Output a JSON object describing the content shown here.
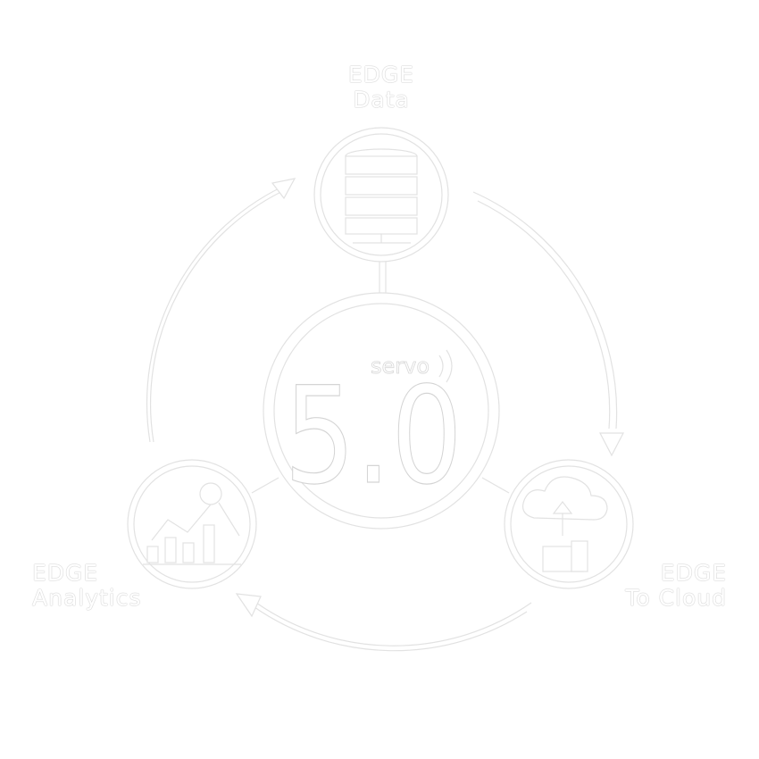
{
  "nodes": {
    "top": {
      "line1": "EDGE",
      "line2": "Data"
    },
    "left": {
      "line1": "EDGE",
      "line2": "Analytics"
    },
    "right": {
      "line1": "EDGE",
      "line2": "To Cloud"
    }
  },
  "logo": {
    "number": "5.0",
    "brand": "servo"
  },
  "colors": {
    "fill": "#ffffff",
    "outline": "#e2e2e2"
  }
}
